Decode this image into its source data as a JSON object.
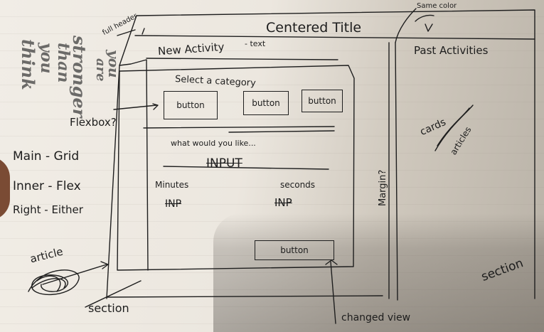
{
  "sketch": {
    "header": {
      "title": "Centered Title",
      "full_header_note": "full header",
      "same_color_note": "Same color"
    },
    "poster": {
      "lines": [
        "you",
        "are",
        "stronger",
        "than",
        "you",
        "think"
      ]
    },
    "annotations": {
      "flexbox": "Flexbox?",
      "main_grid": "Main - Grid",
      "inner_flex": "Inner - Flex",
      "right_either": "Right - Either",
      "article": "article",
      "section_bottom": "section",
      "section_right": "section",
      "changed_view": "changed view",
      "margin": "Margin?"
    },
    "new_activity": {
      "heading": "New Activity",
      "heading_note": "- text",
      "select_label": "Select a category",
      "category_buttons": [
        "button",
        "button",
        "button"
      ],
      "prompt": "what would you like...",
      "input_label": "INPUT",
      "minutes_label": "Minutes",
      "minutes_input": "INP",
      "seconds_label": "seconds",
      "seconds_input": "INP",
      "submit_button": "button"
    },
    "past_activities": {
      "heading": "Past Activities",
      "cards_label": "cards",
      "articles_label": "articles"
    }
  }
}
